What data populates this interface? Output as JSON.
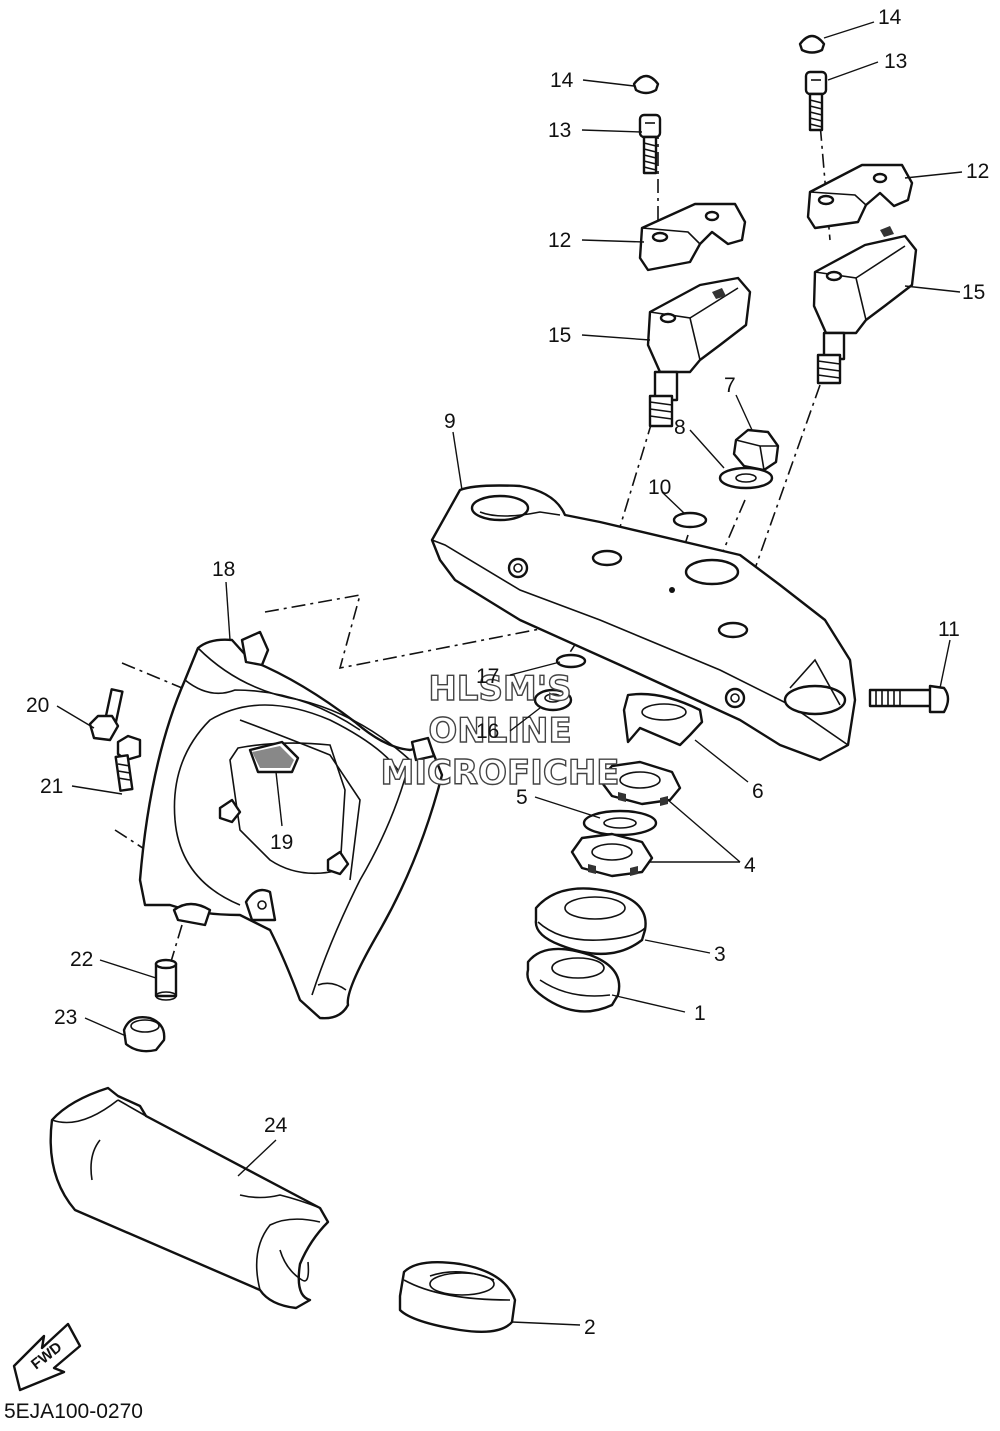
{
  "diagram": {
    "code": "5EJA100-0270",
    "fwd_label": "FWD",
    "watermark": [
      "HLSM'S",
      "ONLINE",
      "MICROFICHE"
    ],
    "callouts": [
      {
        "id": "14a",
        "text": "14"
      },
      {
        "id": "14b",
        "text": "14"
      },
      {
        "id": "13a",
        "text": "13"
      },
      {
        "id": "13b",
        "text": "13"
      },
      {
        "id": "12a",
        "text": "12"
      },
      {
        "id": "12b",
        "text": "12"
      },
      {
        "id": "15a",
        "text": "15"
      },
      {
        "id": "15b",
        "text": "15"
      },
      {
        "id": "7",
        "text": "7"
      },
      {
        "id": "8",
        "text": "8"
      },
      {
        "id": "9",
        "text": "9"
      },
      {
        "id": "10",
        "text": "10"
      },
      {
        "id": "11",
        "text": "11"
      },
      {
        "id": "18",
        "text": "18"
      },
      {
        "id": "17",
        "text": "17"
      },
      {
        "id": "16",
        "text": "16"
      },
      {
        "id": "20",
        "text": "20"
      },
      {
        "id": "6",
        "text": "6"
      },
      {
        "id": "21",
        "text": "21"
      },
      {
        "id": "5",
        "text": "5"
      },
      {
        "id": "19",
        "text": "19"
      },
      {
        "id": "4",
        "text": "4"
      },
      {
        "id": "3",
        "text": "3"
      },
      {
        "id": "22",
        "text": "22"
      },
      {
        "id": "1",
        "text": "1"
      },
      {
        "id": "23",
        "text": "23"
      },
      {
        "id": "24",
        "text": "24"
      },
      {
        "id": "2",
        "text": "2"
      }
    ]
  }
}
